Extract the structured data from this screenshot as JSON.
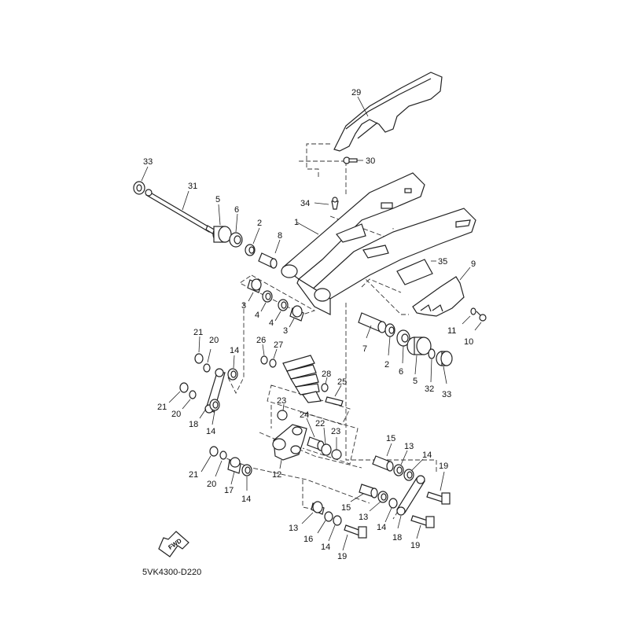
{
  "diagram": {
    "code": "5VK4300-D220",
    "fwd_label": "FWD",
    "callouts": [
      {
        "id": "c29",
        "text": "29"
      },
      {
        "id": "c30",
        "text": "30"
      },
      {
        "id": "c33a",
        "text": "33"
      },
      {
        "id": "c31",
        "text": "31"
      },
      {
        "id": "c5a",
        "text": "5"
      },
      {
        "id": "c6a",
        "text": "6"
      },
      {
        "id": "c2a",
        "text": "2"
      },
      {
        "id": "c8",
        "text": "8"
      },
      {
        "id": "c1",
        "text": "1"
      },
      {
        "id": "c34",
        "text": "34"
      },
      {
        "id": "c35",
        "text": "35"
      },
      {
        "id": "c9",
        "text": "9"
      },
      {
        "id": "c3a",
        "text": "3"
      },
      {
        "id": "c4a",
        "text": "4"
      },
      {
        "id": "c4b",
        "text": "4"
      },
      {
        "id": "c3b",
        "text": "3"
      },
      {
        "id": "c11",
        "text": "11"
      },
      {
        "id": "c10",
        "text": "10"
      },
      {
        "id": "c21a",
        "text": "21"
      },
      {
        "id": "c20a",
        "text": "20"
      },
      {
        "id": "c14a",
        "text": "14"
      },
      {
        "id": "c26",
        "text": "26"
      },
      {
        "id": "c27",
        "text": "27"
      },
      {
        "id": "c7",
        "text": "7"
      },
      {
        "id": "c2b",
        "text": "2"
      },
      {
        "id": "c6b",
        "text": "6"
      },
      {
        "id": "c5b",
        "text": "5"
      },
      {
        "id": "c32",
        "text": "32"
      },
      {
        "id": "c33b",
        "text": "33"
      },
      {
        "id": "c28",
        "text": "28"
      },
      {
        "id": "c25",
        "text": "25"
      },
      {
        "id": "c21b",
        "text": "21"
      },
      {
        "id": "c20b",
        "text": "20"
      },
      {
        "id": "c18a",
        "text": "18"
      },
      {
        "id": "c14b",
        "text": "14"
      },
      {
        "id": "c23a",
        "text": "23"
      },
      {
        "id": "c24",
        "text": "24"
      },
      {
        "id": "c22",
        "text": "22"
      },
      {
        "id": "c23b",
        "text": "23"
      },
      {
        "id": "c15a",
        "text": "15"
      },
      {
        "id": "c13a",
        "text": "13"
      },
      {
        "id": "c14c",
        "text": "14"
      },
      {
        "id": "c19a",
        "text": "19"
      },
      {
        "id": "c12",
        "text": "12"
      },
      {
        "id": "c21c",
        "text": "21"
      },
      {
        "id": "c20c",
        "text": "20"
      },
      {
        "id": "c17",
        "text": "17"
      },
      {
        "id": "c14d",
        "text": "14"
      },
      {
        "id": "c15b",
        "text": "15"
      },
      {
        "id": "c13b",
        "text": "13"
      },
      {
        "id": "c14e",
        "text": "14"
      },
      {
        "id": "c13c",
        "text": "13"
      },
      {
        "id": "c16",
        "text": "16"
      },
      {
        "id": "c14f",
        "text": "14"
      },
      {
        "id": "c19b",
        "text": "19"
      },
      {
        "id": "c18b",
        "text": "18"
      },
      {
        "id": "c19c",
        "text": "19"
      }
    ]
  }
}
